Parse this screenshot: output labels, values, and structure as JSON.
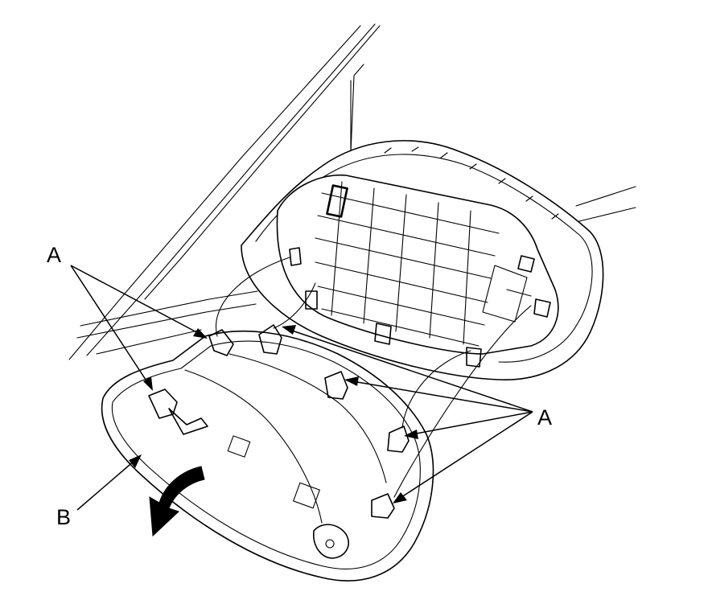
{
  "labels": {
    "a_left": "A",
    "a_right": "A",
    "b": "B"
  },
  "colors": {
    "line": "#000000",
    "background": "#ffffff",
    "shading": "#d9d9d9"
  }
}
